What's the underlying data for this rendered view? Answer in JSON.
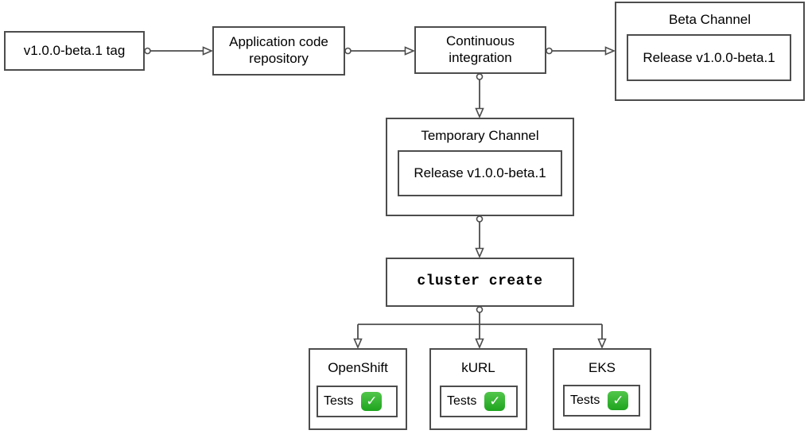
{
  "nodes": {
    "tag": {
      "label": "v1.0.0-beta.1 tag"
    },
    "repo": {
      "label": "Application code repository"
    },
    "ci": {
      "label": "Continuous integration"
    },
    "beta_channel": {
      "title": "Beta Channel",
      "release_label": "Release v1.0.0-beta.1"
    },
    "temp_channel": {
      "title": "Temporary Channel",
      "release_label": "Release v1.0.0-beta.1"
    },
    "cluster_create": {
      "label": "cluster create"
    },
    "clusters": [
      {
        "title": "OpenShift",
        "tests_label": "Tests",
        "status_icon": "check-mark-button"
      },
      {
        "title": "kURL",
        "tests_label": "Tests",
        "status_icon": "check-mark-button"
      },
      {
        "title": "EKS",
        "tests_label": "Tests",
        "status_icon": "check-mark-button"
      }
    ]
  },
  "edges": [
    {
      "from": "v1.0.0-beta.1 tag",
      "to": "Application code repository"
    },
    {
      "from": "Application code repository",
      "to": "Continuous integration"
    },
    {
      "from": "Continuous integration",
      "to": "Beta Channel"
    },
    {
      "from": "Continuous integration",
      "to": "Temporary Channel"
    },
    {
      "from": "Temporary Channel",
      "to": "cluster create"
    },
    {
      "from": "cluster create",
      "to": "OpenShift"
    },
    {
      "from": "cluster create",
      "to": "kURL"
    },
    {
      "from": "cluster create",
      "to": "EKS"
    }
  ],
  "icons": {
    "check_glyph": "✓"
  },
  "colors": {
    "border": "#4d4d4d",
    "background": "#ffffff",
    "text": "#000000",
    "check_green_light": "#52c64b",
    "check_green_dark": "#1ea41e",
    "check_mark": "#ffffff"
  }
}
